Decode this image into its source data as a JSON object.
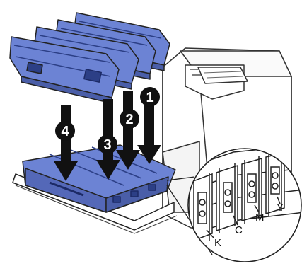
{
  "steps": [
    {
      "number": "1"
    },
    {
      "number": "2"
    },
    {
      "number": "3"
    },
    {
      "number": "4"
    }
  ],
  "slot_labels": {
    "k": "K",
    "c": "C",
    "m": "M",
    "y": "Y"
  },
  "colors": {
    "cartridge_blue": "#6c83d4",
    "cartridge_dark": "#2c3f86",
    "outline": "#222222",
    "arrow": "#111111",
    "badge": "#111111",
    "printer_body": "#ffffff"
  }
}
